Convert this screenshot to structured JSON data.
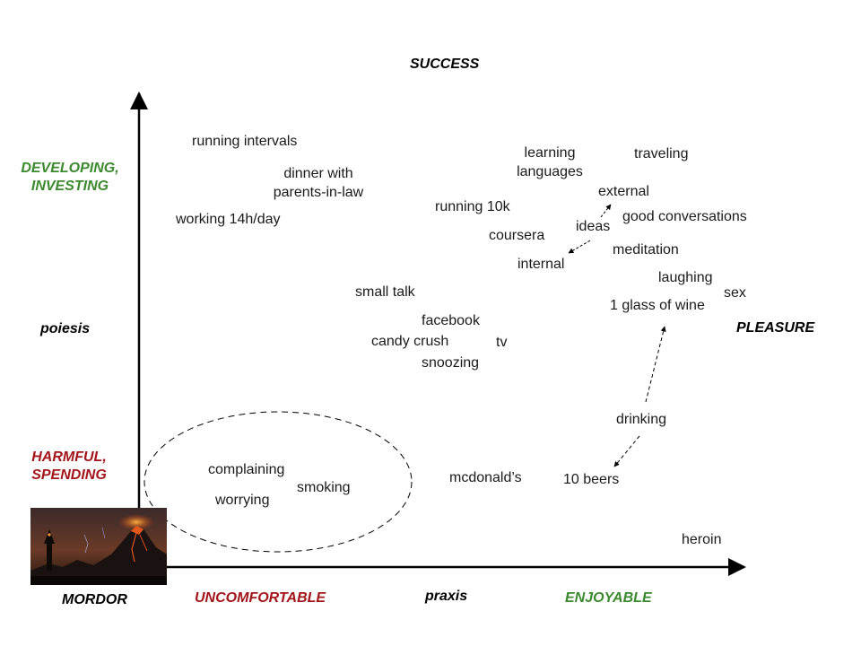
{
  "axis_titles": {
    "top": "SUCCESS",
    "right": "PLEASURE",
    "bottom_center": "praxis",
    "left_center": "poiesis",
    "left_top": "DEVELOPING, INVESTING",
    "left_bottom": "HARMFUL, SPENDING",
    "bottom_left": "UNCOMFORTABLE",
    "bottom_right": "ENJOYABLE",
    "origin": "MORDOR"
  },
  "colors": {
    "good": "#3c8a2e",
    "bad": "#a3151b",
    "text": "#1a1a1a"
  },
  "activities": {
    "running_intervals": "running intervals",
    "dinner_with_parents": "dinner with parents-in-law",
    "working_14h": "working 14h/day",
    "learning_languages": "learning languages",
    "traveling": "traveling",
    "external": "external",
    "running_10k": "running 10k",
    "ideas": "ideas",
    "good_conversations": "good conversations",
    "coursera": "coursera",
    "meditation": "meditation",
    "internal": "internal",
    "laughing": "laughing",
    "sex": "sex",
    "small_talk": "small talk",
    "one_glass_of_wine": "1 glass of wine",
    "facebook": "facebook",
    "candy_crush": "candy crush",
    "tv": "tv",
    "snoozing": "snoozing",
    "drinking": "drinking",
    "complaining": "complaining",
    "smoking": "smoking",
    "worrying": "worrying",
    "mcdonalds": "mcdonald’s",
    "ten_beers": "10 beers",
    "heroin": "heroin"
  },
  "mordor_image_icon": "volcano-fortress-icon"
}
